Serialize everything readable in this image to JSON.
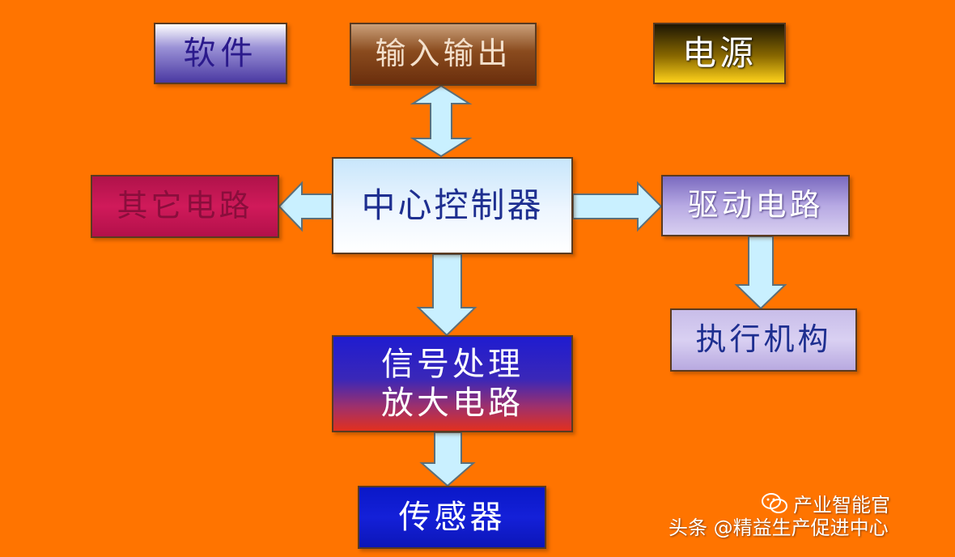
{
  "boxes": {
    "software": "软件",
    "io": "输入输出",
    "power": "电源",
    "other": "其它电路",
    "center": "中心控制器",
    "drive": "驱动电路",
    "actuator": "执行机构",
    "signal_line1": "信号处理",
    "signal_line2": "放大电路",
    "sensor": "传感器"
  },
  "watermark": "头条 @精益生产促进中心",
  "brand_tag": "产业智能官",
  "icons": {
    "brand": "wechat-icon"
  },
  "colors": {
    "background": "#ff7400",
    "arrow_fill": "#c9f0ff"
  }
}
